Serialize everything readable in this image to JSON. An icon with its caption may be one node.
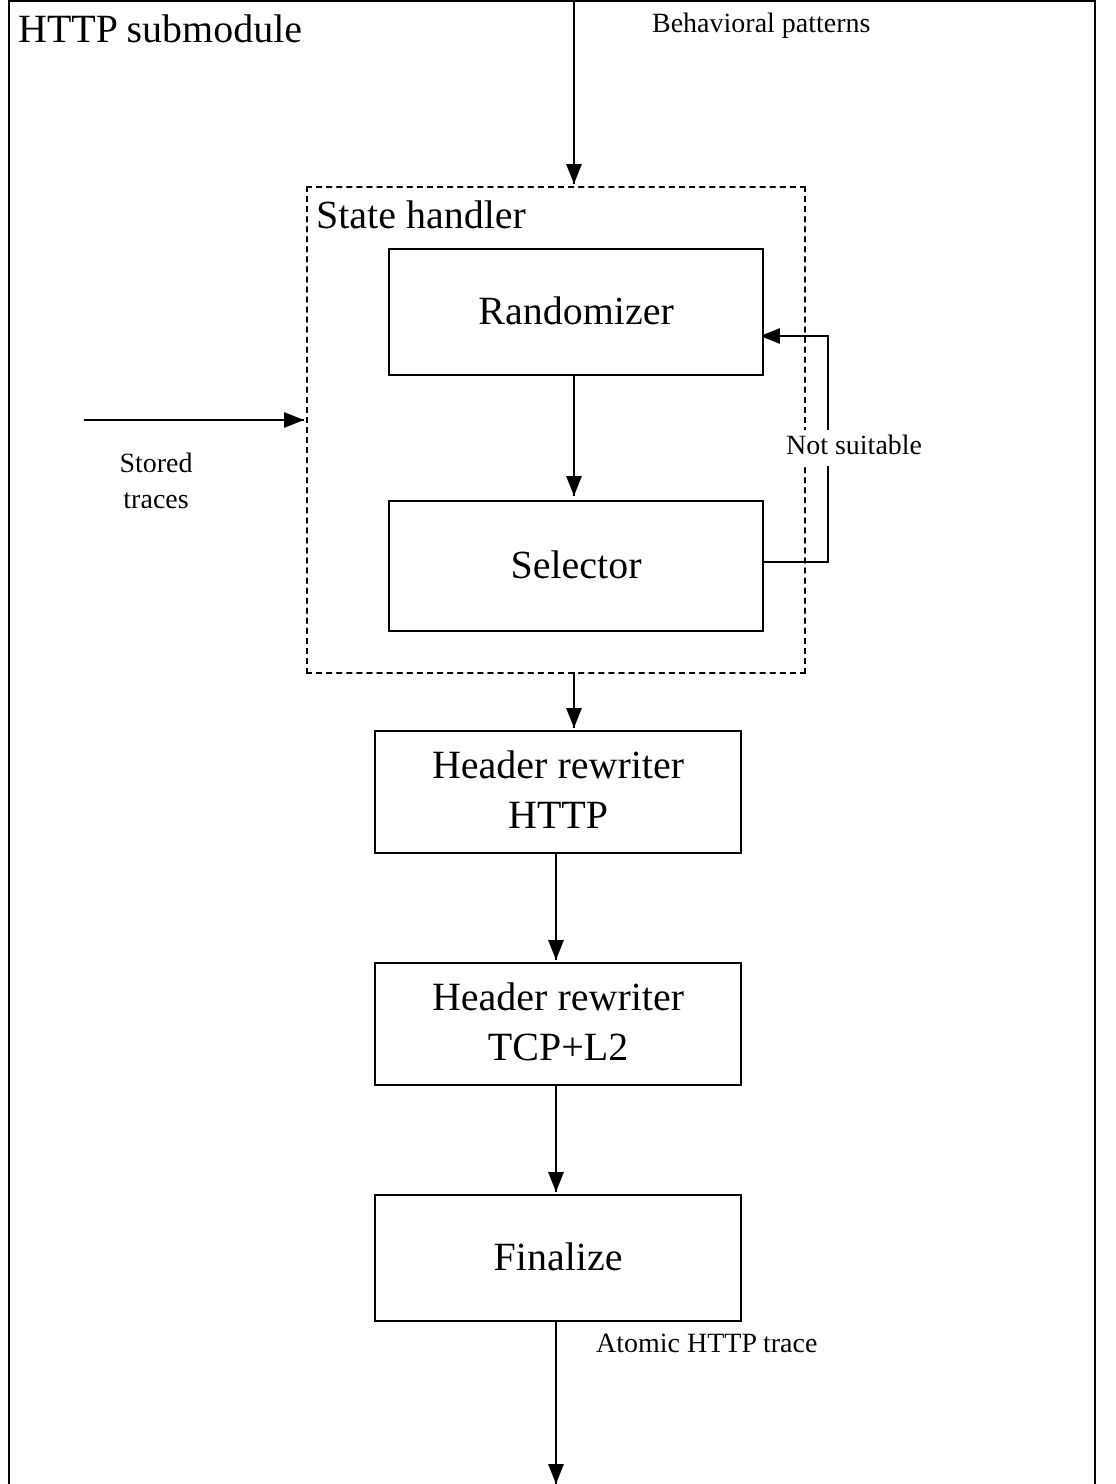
{
  "diagram": {
    "nodes": [
      {
        "text": [
          "HTTP submodule"
        ]
      },
      {
        "text": [
          "State handler"
        ],
        "in": 0
      },
      {
        "text": [
          "Randomizer"
        ],
        "in": 1
      },
      {
        "text": [
          "Selector"
        ],
        "in": 1
      },
      {
        "text": [
          "Header rewriter",
          "HTTP"
        ],
        "in": 0
      },
      {
        "text": [
          "Header rewriter",
          "TCP+L2"
        ],
        "in": 0
      },
      {
        "text": [
          "Finalize"
        ],
        "in": 0
      }
    ],
    "edges": [
      {
        "from": null,
        "to": 1,
        "arrow": "to",
        "label": "Behavioral patterns"
      },
      {
        "from": null,
        "to": 1,
        "arrow": "to",
        "label": "Stored traces"
      },
      {
        "from": 2,
        "to": 3,
        "arrow": "to"
      },
      {
        "from": 3,
        "to": 2,
        "arrow": "to",
        "label": "Not suitable"
      },
      {
        "from": 1,
        "to": 4,
        "arrow": "to"
      },
      {
        "from": 4,
        "to": 5,
        "arrow": "to"
      },
      {
        "from": 5,
        "to": 6,
        "arrow": "to"
      },
      {
        "from": 6,
        "to": null,
        "arrow": "to",
        "label": "Atomic HTTP trace"
      }
    ]
  }
}
